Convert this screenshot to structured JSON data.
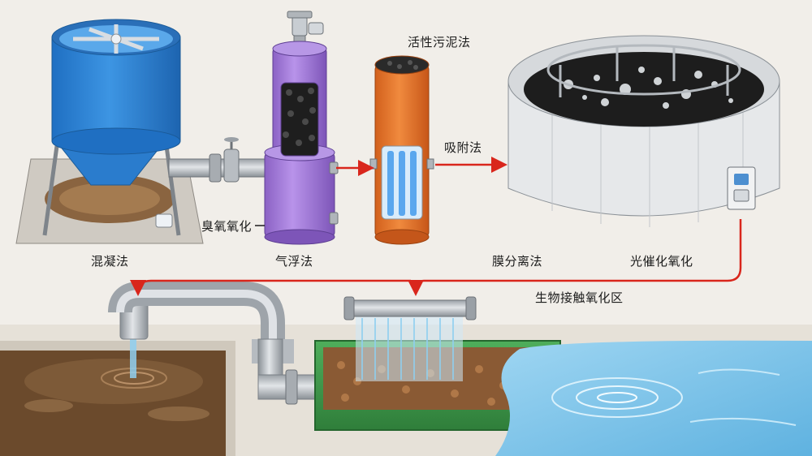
{
  "labels": {
    "coagulation": "混凝法",
    "ozone_oxidation": "臭氧氧化",
    "air_flotation": "气浮法",
    "activated_sludge": "活性污泥法",
    "adsorption": "吸附法",
    "membrane_separation": "膜分离法",
    "photocatalytic_oxidation": "光催化氧化",
    "bio_contact_oxidation_zone": "生物接触氧化区"
  },
  "colors": {
    "coag_tank": "#2f86d6",
    "flotation_column": "#a77fd9",
    "uv_column": "#e8742a",
    "flow_arrow": "#d9261c",
    "bio_basin": "#3f9a4c",
    "clean_water": "#7cc4ea",
    "sewage": "#6b4a2c"
  },
  "icons": [
    "valve-icon",
    "uv-lamp-icon",
    "control-box-icon",
    "spray-bar-icon"
  ]
}
